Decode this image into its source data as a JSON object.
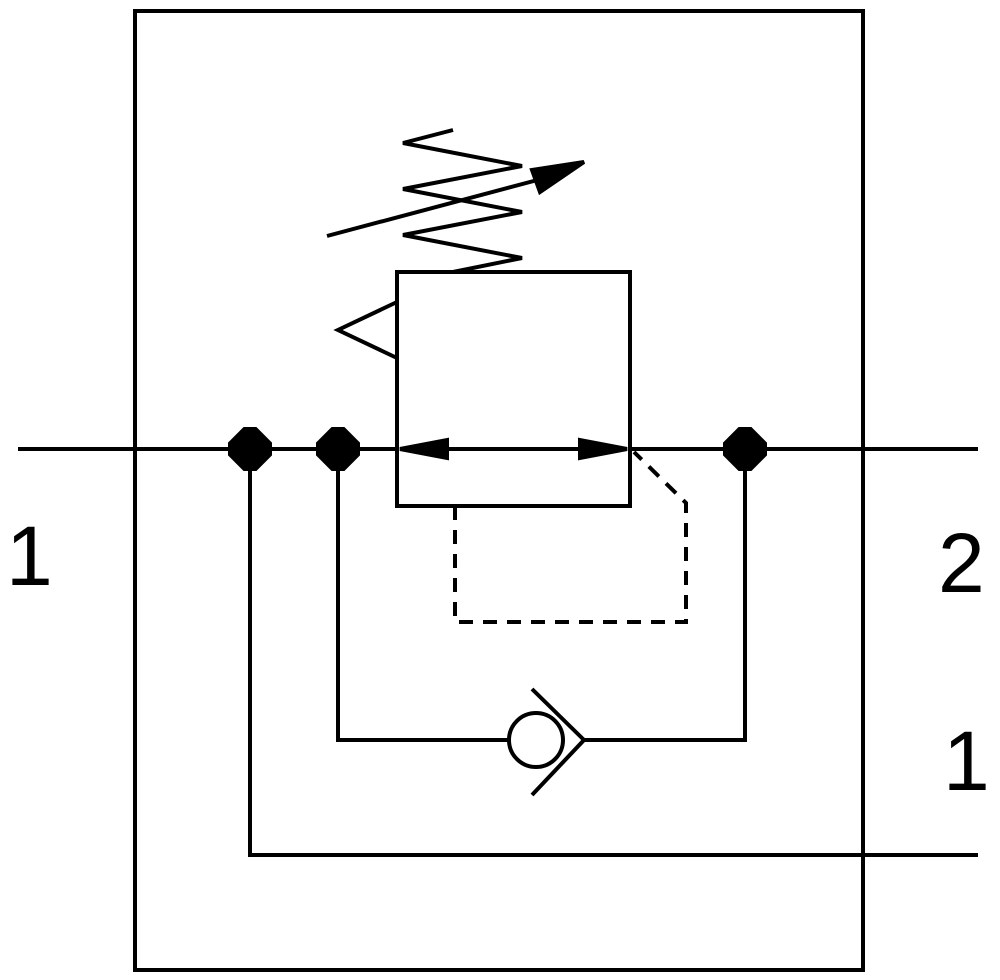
{
  "diagram": {
    "ports": {
      "inlet_left": "1",
      "outlet_right": "2",
      "inlet_right": "1"
    },
    "colors": {
      "stroke": "#000000",
      "background": "#ffffff"
    }
  }
}
